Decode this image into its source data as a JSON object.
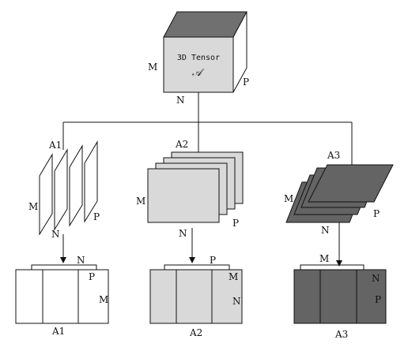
{
  "colors": {
    "stroke": "#111111",
    "front_light": "#d9d9d9",
    "mode2_fill": "#d9d9d9",
    "mode3_fill": "#646464",
    "white": "#ffffff"
  },
  "tensor": {
    "title": "3D Tensor",
    "symbol": "𝒜",
    "dim_m": "M",
    "dim_n": "N",
    "dim_p": "P"
  },
  "mode1": {
    "label": "A1",
    "dim_m": "M",
    "dim_n": "N",
    "dim_p": "P",
    "matrix_n": "N",
    "matrix_p": "P",
    "matrix_m": "M",
    "matrix_label": "A1"
  },
  "mode2": {
    "label": "A2",
    "dim_m": "M",
    "dim_n": "N",
    "dim_p": "P",
    "matrix_p": "P",
    "matrix_m": "M",
    "matrix_n": "N",
    "matrix_label": "A2"
  },
  "mode3": {
    "label": "A3",
    "dim_m": "M",
    "dim_n": "N",
    "dim_p": "P",
    "matrix_m": "M",
    "matrix_n": "N",
    "matrix_p": "P",
    "matrix_label": "A3"
  }
}
